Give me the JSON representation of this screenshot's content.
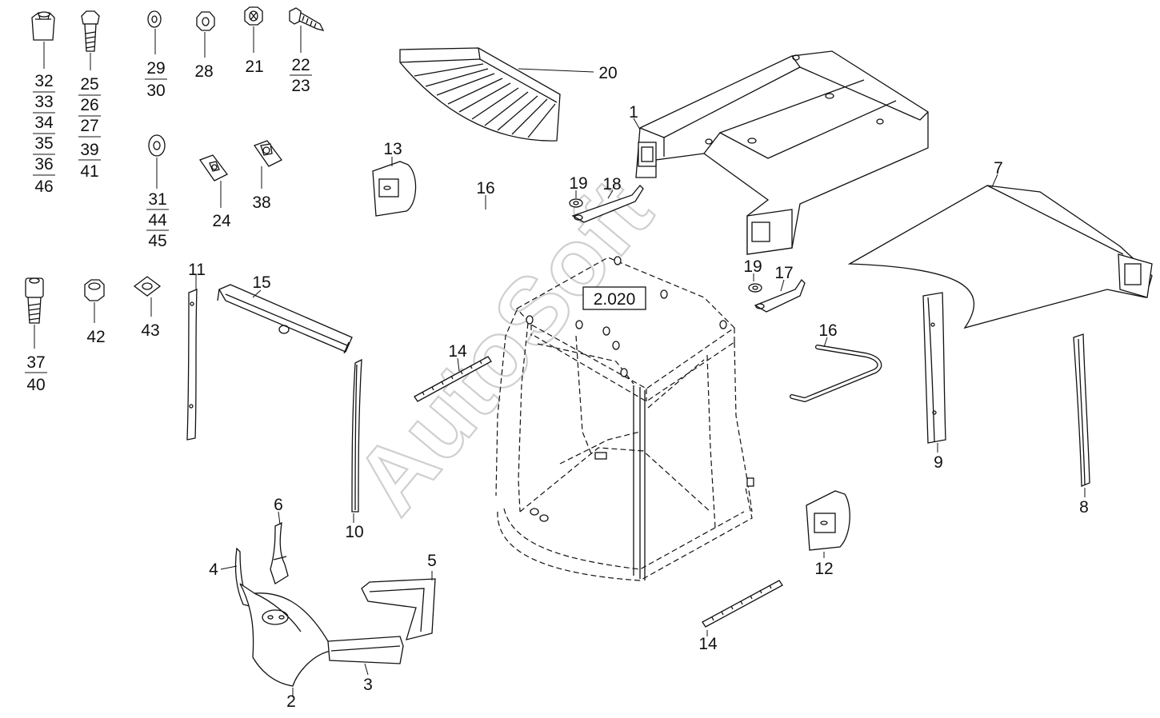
{
  "watermark": "AutoSoft",
  "reference_box": "2.020",
  "labels": {
    "p1": "1",
    "p2": "2",
    "p3": "3",
    "p4": "4",
    "p5": "5",
    "p6": "6",
    "p7": "7",
    "p8": "8",
    "p9": "9",
    "p10": "10",
    "p11": "11",
    "p12": "12",
    "p13": "13",
    "p14a": "14",
    "p14b": "14",
    "p15": "15",
    "p16a": "16",
    "p16b": "16",
    "p17": "17",
    "p18": "18",
    "p19a": "19",
    "p19b": "19",
    "p20": "20",
    "p21": "21",
    "p24": "24",
    "p28": "28",
    "p38": "38",
    "p42": "42",
    "p43": "43"
  },
  "stacked_labels": {
    "nut_stack": [
      "32",
      "33",
      "34",
      "35",
      "36",
      "46"
    ],
    "bolt_stack": [
      "25",
      "26",
      "27",
      "39",
      "41"
    ],
    "washer_stack": [
      "29",
      "30"
    ],
    "screw_stack": [
      "22",
      "23"
    ],
    "washer2_stack": [
      "31",
      "44",
      "45"
    ],
    "capscrew_stack": [
      "37",
      "40"
    ]
  },
  "icons": [
    "hex-nut-icon",
    "hex-bolt-icon",
    "washer-icon",
    "lock-nut-icon",
    "self-tapping-screw-icon",
    "speed-nut-icon",
    "socket-cap-screw-icon",
    "square-nut-icon"
  ]
}
